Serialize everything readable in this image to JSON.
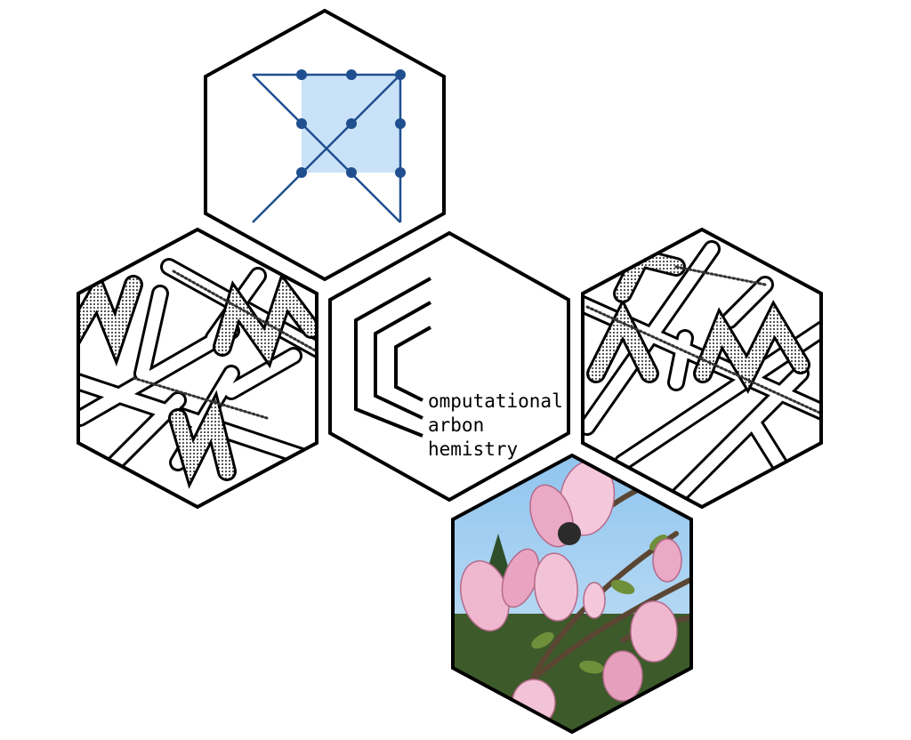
{
  "logo": {
    "lines": [
      "omputational",
      "arbon",
      "hemistry"
    ]
  },
  "colors": {
    "outline": "#000000",
    "lattice_blue": "#1f4f8f",
    "lattice_fill": "#c9e2f7",
    "tube_dots": "#555555"
  },
  "icons": {
    "lattice": "lattice-diagram-icon",
    "nanotube_left": "nanotube-network-icon",
    "nanotube_right": "nanotube-network-icon",
    "photo": "magnolia-photo-icon"
  }
}
